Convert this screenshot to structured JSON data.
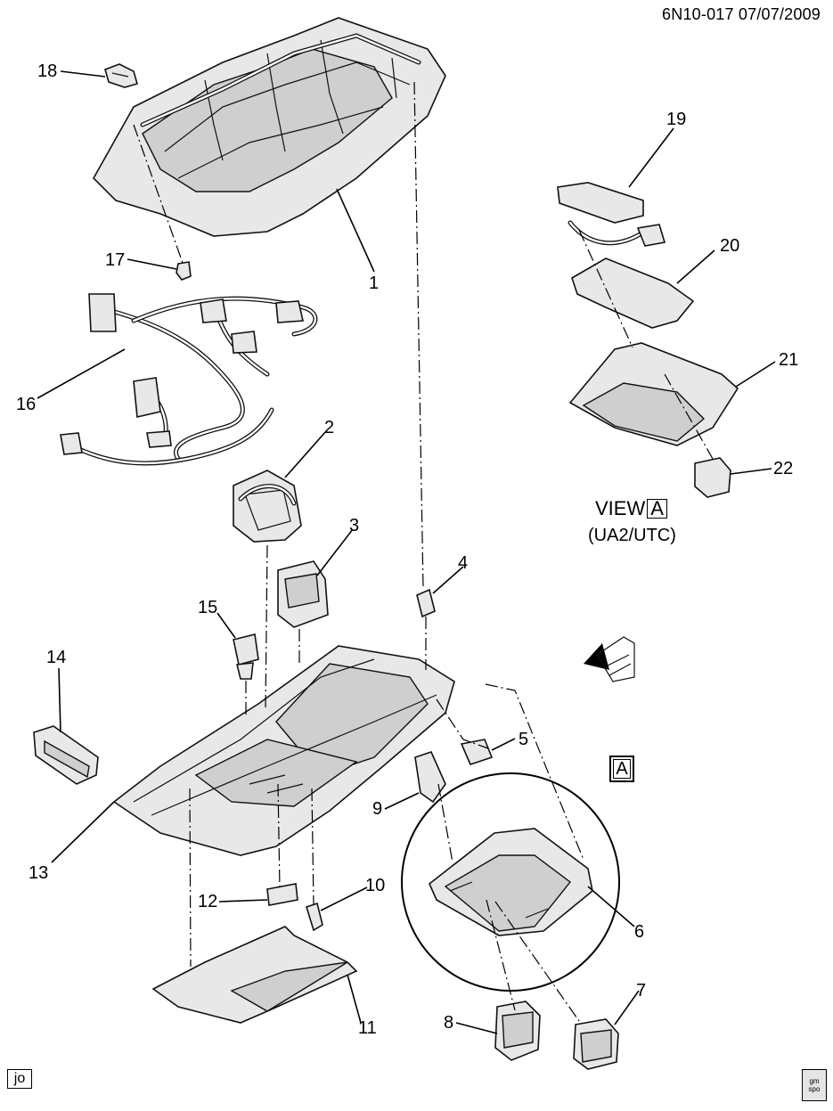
{
  "header": {
    "code": "6N10-017  07/07/2009"
  },
  "callouts": [
    "1",
    "2",
    "3",
    "4",
    "5",
    "6",
    "7",
    "8",
    "9",
    "10",
    "11",
    "12",
    "13",
    "14",
    "15",
    "16",
    "17",
    "18",
    "19",
    "20",
    "21",
    "22"
  ],
  "view": {
    "label": "VIEW",
    "letter": "A",
    "sub": "(UA2/UTC)"
  },
  "detail_marker": "A",
  "footer": {
    "tag": "jo",
    "logo_top": "gm",
    "logo_bottom": "spo"
  }
}
